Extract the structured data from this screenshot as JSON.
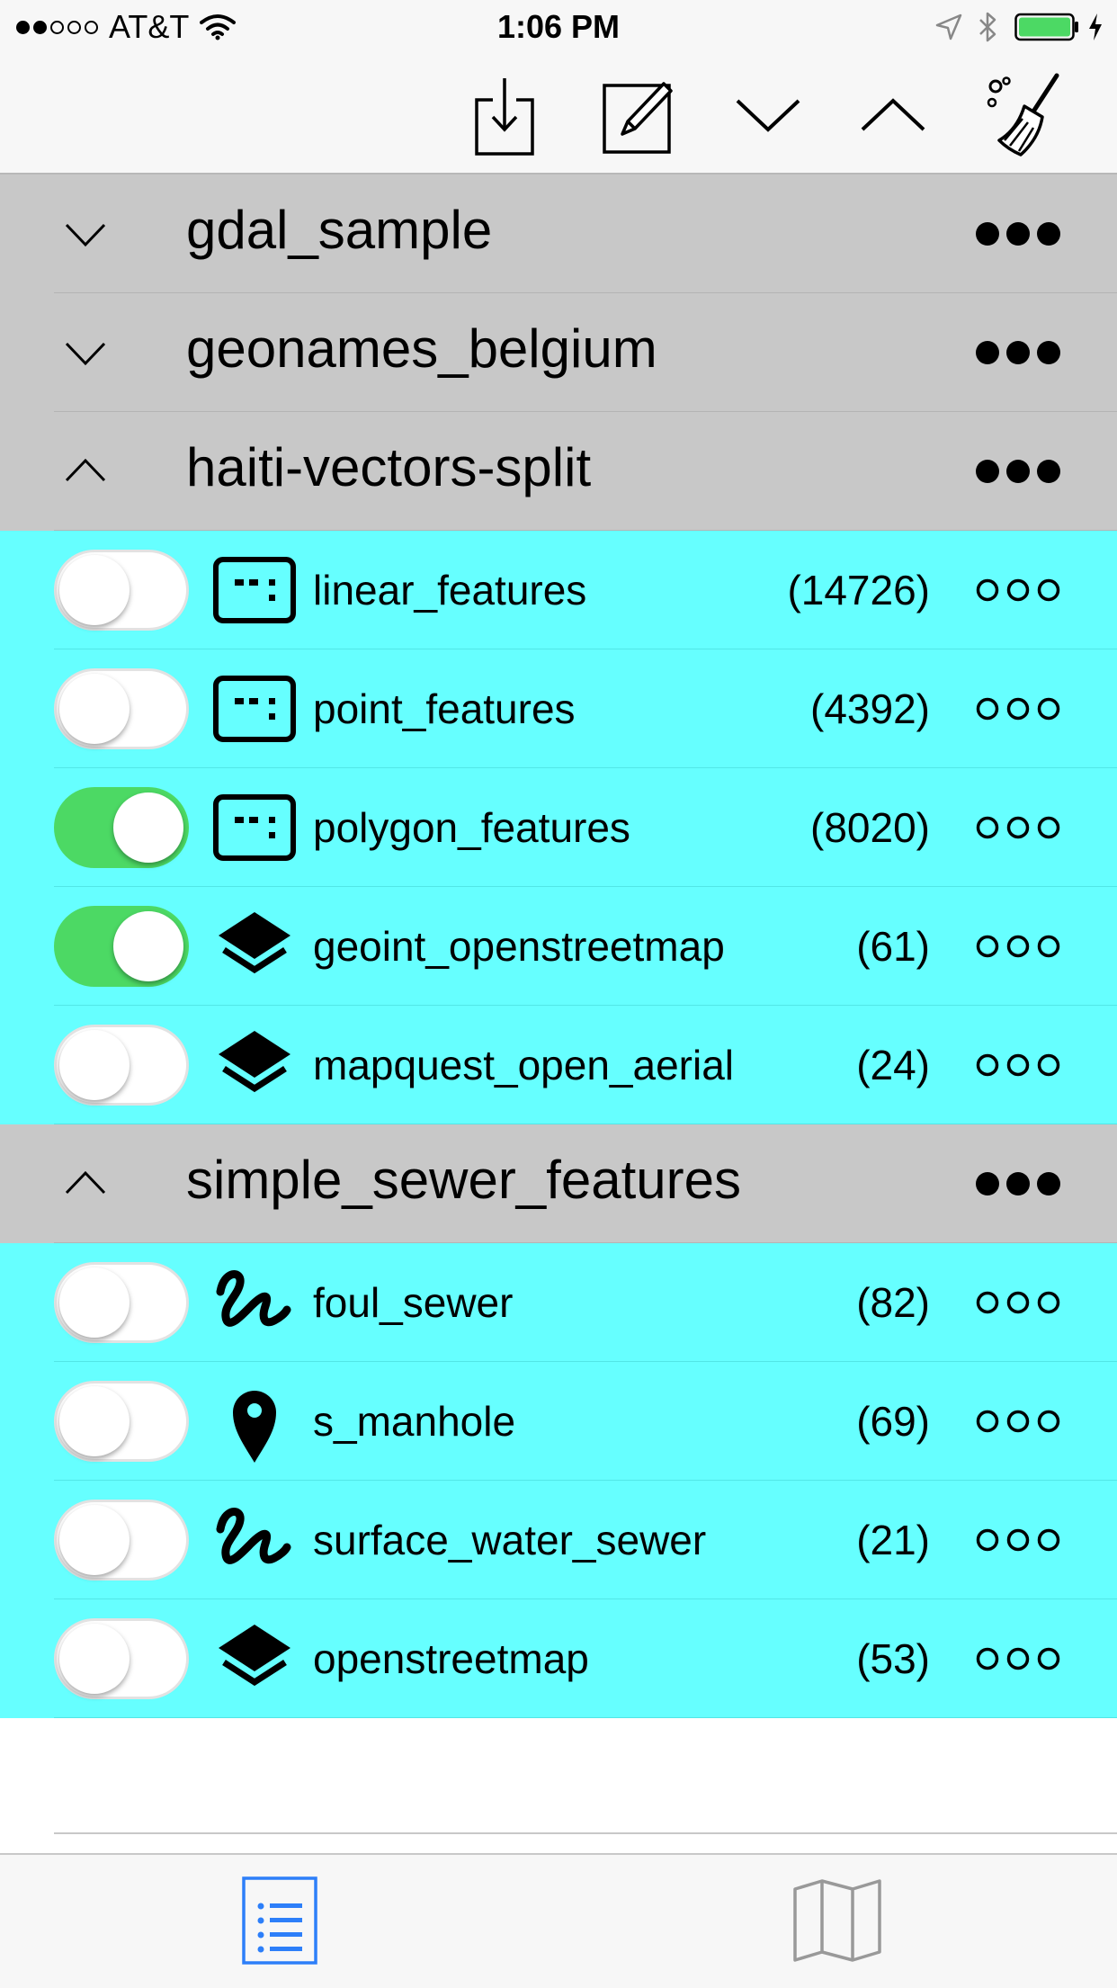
{
  "status_bar": {
    "carrier": "AT&T",
    "signal_bars_filled": 2,
    "signal_bars_total": 5,
    "time": "1:06 PM",
    "battery_color": "#4cd964"
  },
  "toolbar": {
    "buttons": [
      "download-icon",
      "edit-icon",
      "collapse-all-icon",
      "expand-all-icon",
      "clear-icon"
    ]
  },
  "groups": [
    {
      "name": "gdal_sample",
      "expanded": false,
      "layers": []
    },
    {
      "name": "geonames_belgium",
      "expanded": false,
      "layers": []
    },
    {
      "name": "haiti-vectors-split",
      "expanded": true,
      "layers": [
        {
          "name": "linear_features",
          "count": "(14726)",
          "icon": "feature-table-icon",
          "enabled": false
        },
        {
          "name": "point_features",
          "count": "(4392)",
          "icon": "feature-table-icon",
          "enabled": false
        },
        {
          "name": "polygon_features",
          "count": "(8020)",
          "icon": "feature-table-icon",
          "enabled": true
        },
        {
          "name": "geoint_openstreetmap",
          "count": "(61)",
          "icon": "layers-icon",
          "enabled": true
        },
        {
          "name": "mapquest_open_aerial",
          "count": "(24)",
          "icon": "layers-icon",
          "enabled": false
        }
      ]
    },
    {
      "name": "simple_sewer_features",
      "expanded": true,
      "layers": [
        {
          "name": "foul_sewer",
          "count": "(82)",
          "icon": "line-feature-icon",
          "enabled": false
        },
        {
          "name": "s_manhole",
          "count": "(69)",
          "icon": "map-pin-icon",
          "enabled": false
        },
        {
          "name": "surface_water_sewer",
          "count": "(21)",
          "icon": "line-feature-icon",
          "enabled": false
        },
        {
          "name": "openstreetmap",
          "count": "(53)",
          "icon": "layers-icon",
          "enabled": false
        }
      ]
    }
  ],
  "colors": {
    "group_bg": "#c8c8c8",
    "layer_bg": "#66ffff",
    "toggle_on": "#4cd964",
    "active_tab": "#2d7ff9"
  },
  "tab_bar": {
    "tabs": [
      {
        "icon": "list-icon",
        "active": true
      },
      {
        "icon": "map-icon",
        "active": false
      }
    ]
  }
}
